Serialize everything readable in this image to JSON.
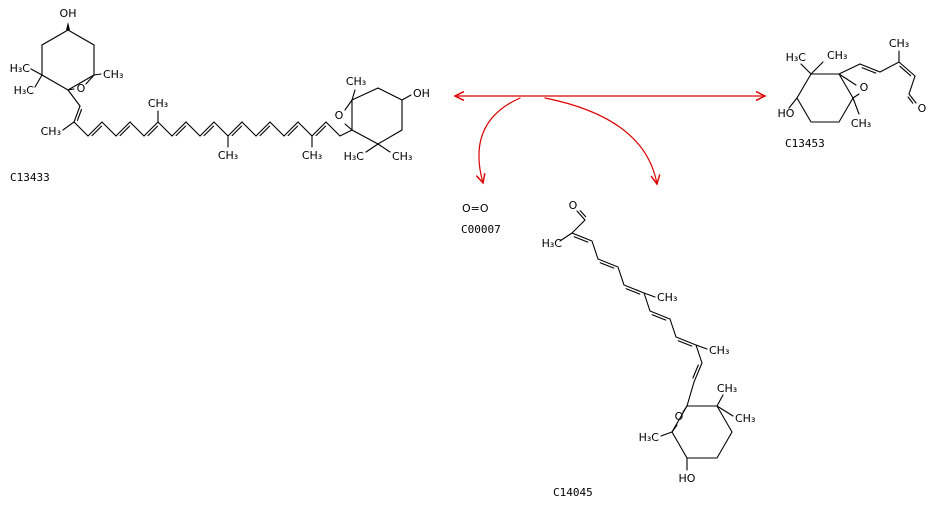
{
  "page": {
    "background": "#ffffff"
  },
  "colors": {
    "bond": "#000000",
    "arrow": "#dd0000",
    "label": "#000000"
  },
  "reaction": {
    "substrate_left": {
      "id": "C13433"
    },
    "substrate_right": {
      "id": "C13453"
    },
    "cofactor": {
      "id": "C00007"
    },
    "product": {
      "id": "C14045"
    }
  },
  "labels": {
    "oh": "OH",
    "ho": "HO",
    "h3c": "H₃C",
    "ch3": "CH₃",
    "o": "O",
    "o2": "O=O"
  }
}
